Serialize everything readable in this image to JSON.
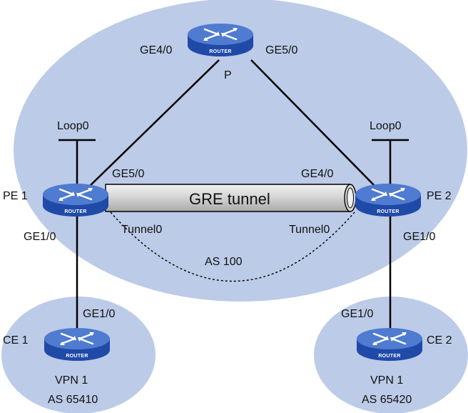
{
  "colors": {
    "cloud": "#bccbe7",
    "router_top": "#4f7bd0",
    "router_side": "#1f4aa8",
    "tunnel": "#cccccc"
  },
  "routers": {
    "p": {
      "name": "P",
      "badge": "ROUTER"
    },
    "pe1": {
      "name": "PE 1",
      "badge": "ROUTER"
    },
    "pe2": {
      "name": "PE 2",
      "badge": "ROUTER"
    },
    "ce1": {
      "name": "CE 1",
      "badge": "ROUTER"
    },
    "ce2": {
      "name": "CE 2",
      "badge": "ROUTER"
    }
  },
  "interfaces": {
    "p_ge4": "GE4/0",
    "p_ge5": "GE5/0",
    "pe1_ge5": "GE5/0",
    "pe2_ge4": "GE4/0",
    "pe1_ge1": "GE1/0",
    "pe2_ge1": "GE1/0",
    "ce1_ge1": "GE1/0",
    "ce2_ge1": "GE1/0",
    "pe1_loop": "Loop0",
    "pe2_loop": "Loop0",
    "pe1_tunnel": "Tunnel0",
    "pe2_tunnel": "Tunnel0"
  },
  "tunnel": {
    "label": "GRE tunnel"
  },
  "areas": {
    "backbone": "AS 100",
    "site1_vpn": "VPN 1",
    "site1_as": "AS 65410",
    "site2_vpn": "VPN 1",
    "site2_as": "AS 65420"
  }
}
